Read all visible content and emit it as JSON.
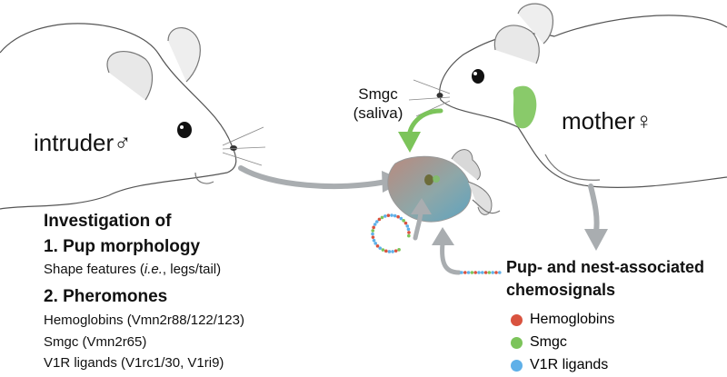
{
  "labels": {
    "intruder": "intruder♂",
    "mother": "mother♀",
    "smgc_line1": "Smgc",
    "smgc_line2": "(saliva)"
  },
  "investigation": {
    "title": "Investigation of",
    "item1_title": "1. Pup morphology",
    "item1_detail_pre": "Shape features (",
    "item1_detail_ie": "i.e.",
    "item1_detail_post": ", legs/tail)",
    "item2_title": "2. Pheromones",
    "item2_lines": [
      "Hemoglobins (Vmn2r88/122/123)",
      "Smgc (Vmn2r65)",
      "V1R ligands (V1rc1/30, V1ri9)"
    ]
  },
  "chemosignals": {
    "title_line1": "Pup- and nest-associated",
    "title_line2": "chemosignals",
    "legend": [
      {
        "label": "Hemoglobins",
        "color": "#d9533f"
      },
      {
        "label": "Smgc",
        "color": "#7cc45a"
      },
      {
        "label": "V1R ligands",
        "color": "#5fb0e8"
      }
    ]
  },
  "colors": {
    "arrow_gray": "#a9adb0",
    "smgc_green": "#7cc45a",
    "outline": "#555555"
  }
}
